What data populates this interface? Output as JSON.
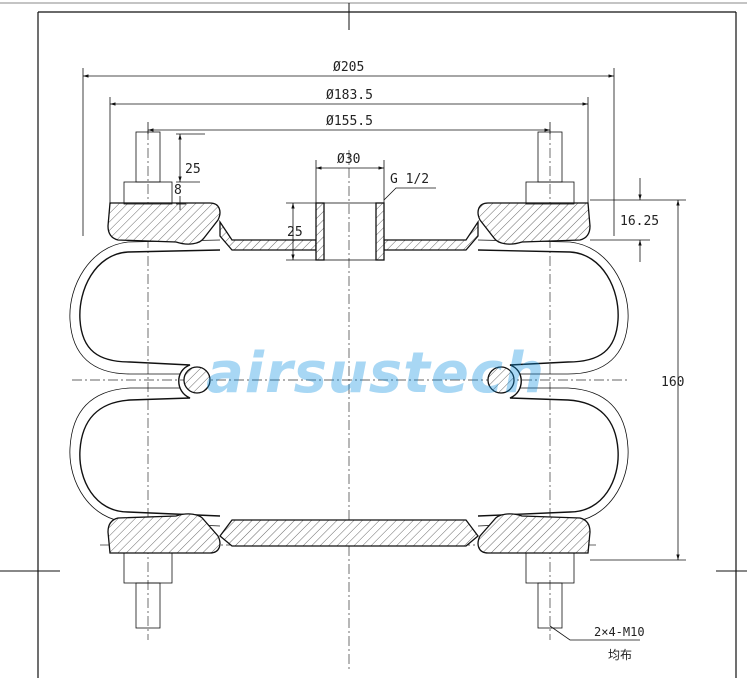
{
  "dimensions": {
    "outer_diameter": "Ø205",
    "plate_diameter": "Ø183.5",
    "bolt_circle": "Ø155.5",
    "port_diameter": "Ø30",
    "port_thread": "G 1/2",
    "stud_length": "25",
    "nut_height": "8",
    "plate_thickness": "25",
    "top_offset": "16.25",
    "height": "160"
  },
  "notes": {
    "fasteners": "2×4-M10",
    "distribution": "均布"
  },
  "watermark": "airsustech",
  "colors": {
    "line": "#111111",
    "watermark": "#0a8fe0"
  }
}
